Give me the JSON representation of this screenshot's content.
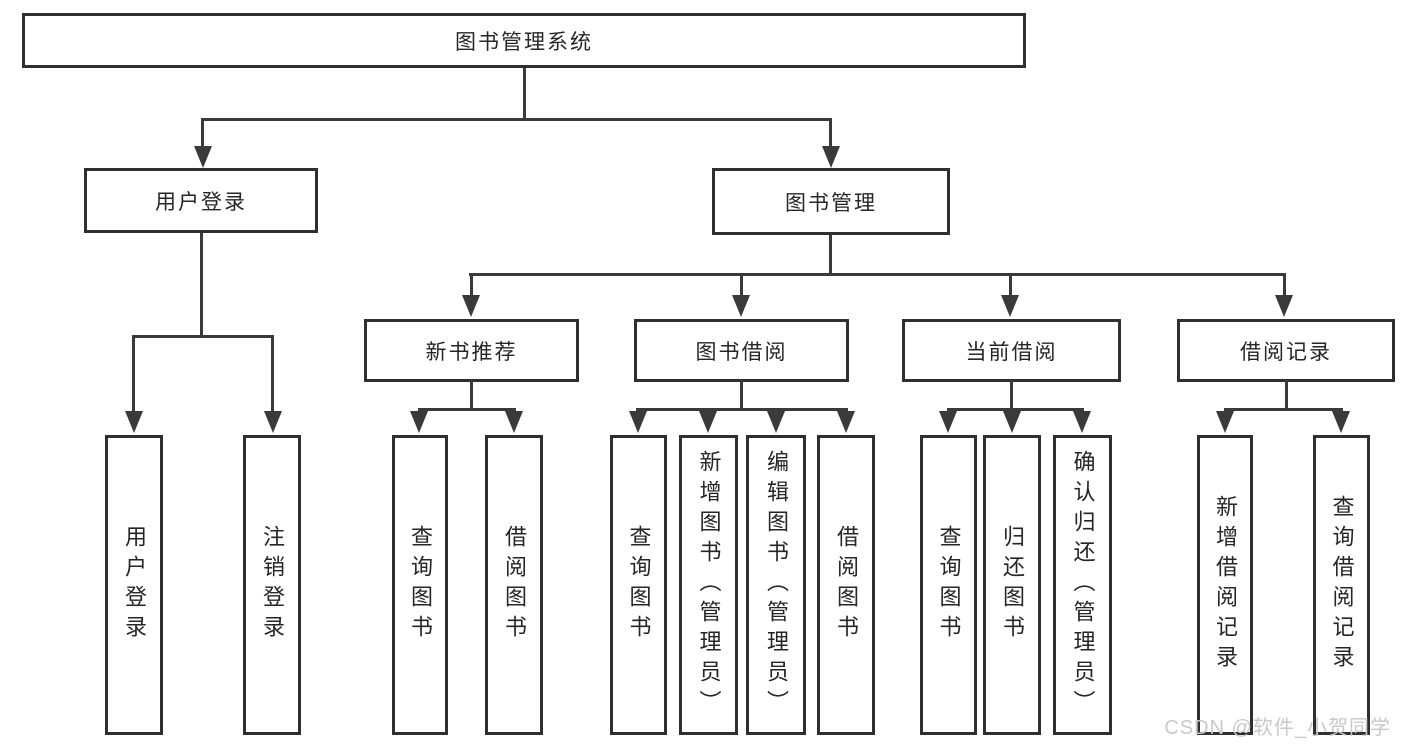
{
  "colors": {
    "background": "#ffffff",
    "box_border": "#2f2f2f",
    "connector_line": "#3a3a3a",
    "text": "#262626",
    "watermark_text": "#c9c9c9"
  },
  "watermark": {
    "text": "CSDN @软件_小贺同学"
  },
  "nodes": {
    "root": {
      "label": "图书管理系统"
    },
    "user_login": {
      "label": "用户登录"
    },
    "book_mgmt": {
      "label": "图书管理"
    },
    "new_book_rec": {
      "label": "新书推荐"
    },
    "book_borrow": {
      "label": "图书借阅"
    },
    "current_borrow": {
      "label": "当前借阅"
    },
    "borrow_records": {
      "label": "借阅记录"
    },
    "leaf_user_login": {
      "label": "用户登录"
    },
    "leaf_logout": {
      "label": "注销登录"
    },
    "leaf_query_book_1": {
      "label": "查询图书"
    },
    "leaf_borrow_book_1": {
      "label": "借阅图书"
    },
    "leaf_query_book_2": {
      "label": "查询图书"
    },
    "leaf_add_book": {
      "label": "新增图书（管理员）"
    },
    "leaf_edit_book": {
      "label": "编辑图书（管理员）"
    },
    "leaf_borrow_book_2": {
      "label": "借阅图书"
    },
    "leaf_query_book_3": {
      "label": "查询图书"
    },
    "leaf_return_book": {
      "label": "归还图书"
    },
    "leaf_confirm_return": {
      "label": "确认归还（管理员）"
    },
    "leaf_add_borrow_record": {
      "label": "新增借阅记录"
    },
    "leaf_query_borrow_record": {
      "label": "查询借阅记录"
    }
  }
}
